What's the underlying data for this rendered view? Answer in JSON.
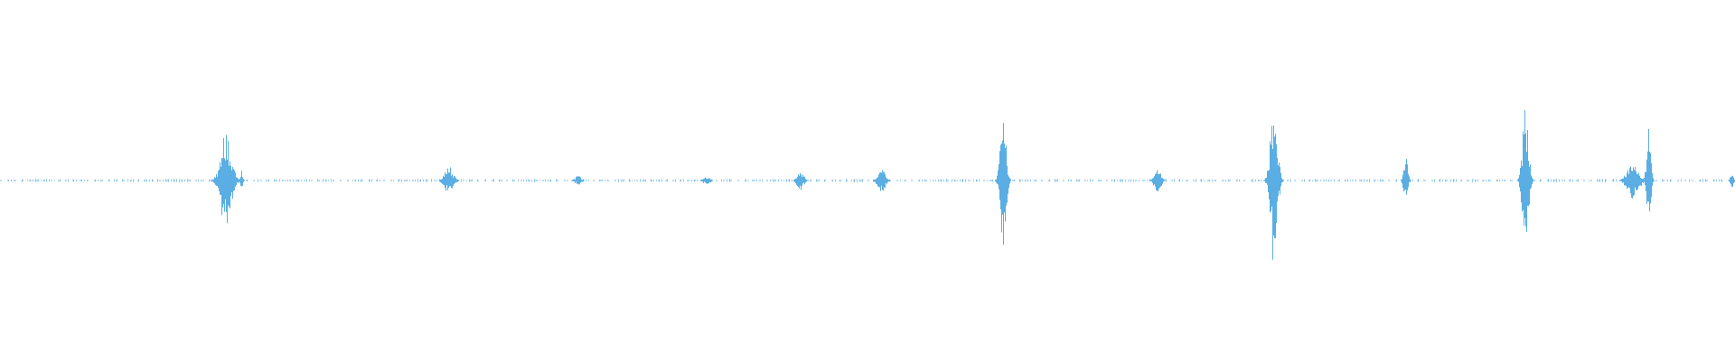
{
  "waveform": {
    "color": "#5aaee3",
    "background": "#ffffff",
    "bursts": [
      {
        "t": 0.13,
        "amp": 0.27,
        "width": 0.0055
      },
      {
        "t": 0.139,
        "amp": 0.06,
        "width": 0.0012
      },
      {
        "t": 0.2585,
        "amp": 0.08,
        "width": 0.0045
      },
      {
        "t": 0.333,
        "amp": 0.025,
        "width": 0.0035
      },
      {
        "t": 0.407,
        "amp": 0.02,
        "width": 0.004
      },
      {
        "t": 0.461,
        "amp": 0.055,
        "width": 0.0035
      },
      {
        "t": 0.508,
        "amp": 0.065,
        "width": 0.004
      },
      {
        "t": 0.578,
        "amp": 0.36,
        "width": 0.003
      },
      {
        "t": 0.667,
        "amp": 0.065,
        "width": 0.0035
      },
      {
        "t": 0.734,
        "amp": 0.47,
        "width": 0.0035
      },
      {
        "t": 0.81,
        "amp": 0.14,
        "width": 0.002
      },
      {
        "t": 0.879,
        "amp": 0.44,
        "width": 0.003
      },
      {
        "t": 0.941,
        "amp": 0.1,
        "width": 0.006
      },
      {
        "t": 0.95,
        "amp": 0.33,
        "width": 0.002
      },
      {
        "t": 0.998,
        "amp": 0.05,
        "width": 0.0015
      }
    ],
    "noise_floor": 0.006
  }
}
